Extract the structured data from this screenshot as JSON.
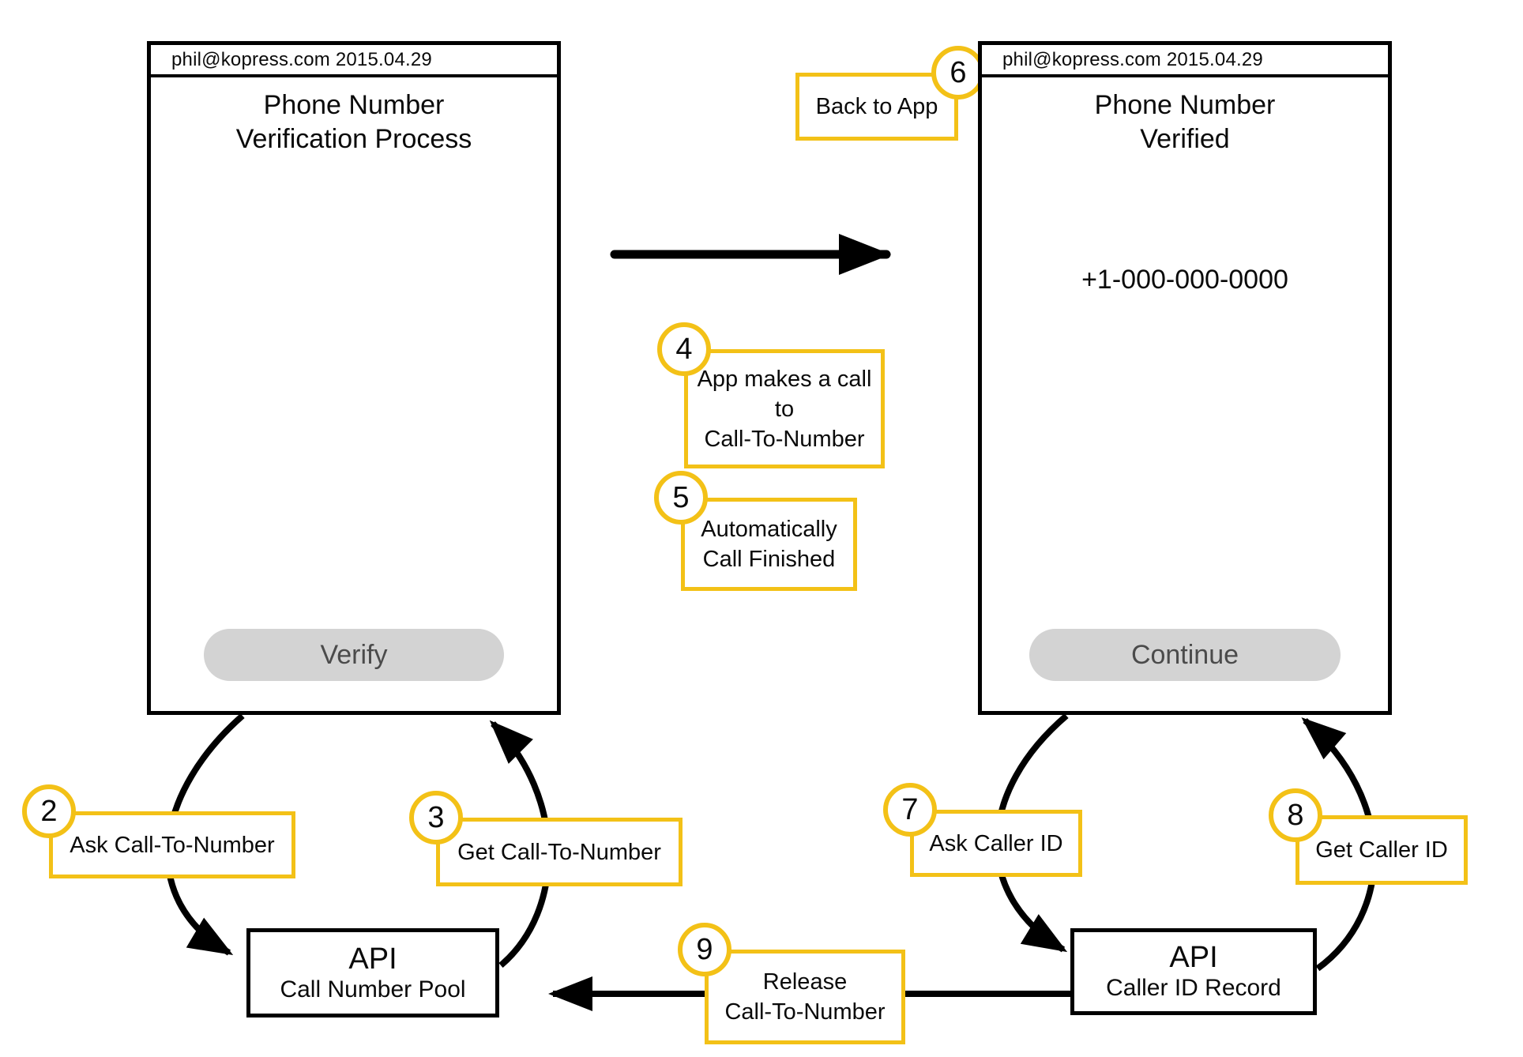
{
  "phones": {
    "left": {
      "header": "phil@kopress.com 2015.04.29",
      "title_lines": [
        "Phone Number",
        "Verification Process"
      ],
      "button": "Verify"
    },
    "right": {
      "header": "phil@kopress.com 2015.04.29",
      "title_lines": [
        "Phone Number",
        "Verified"
      ],
      "phone_number": "+1-000-000-0000",
      "button": "Continue"
    }
  },
  "annotations": [
    {
      "num": "2",
      "lines": [
        "Ask Call-To-Number"
      ]
    },
    {
      "num": "3",
      "lines": [
        "Get Call-To-Number"
      ]
    },
    {
      "num": "4",
      "lines": [
        "App makes a call",
        "to",
        "Call-To-Number"
      ]
    },
    {
      "num": "5",
      "lines": [
        "Automatically",
        "Call Finished"
      ]
    },
    {
      "num": "6",
      "lines": [
        "Back to App"
      ]
    },
    {
      "num": "7",
      "lines": [
        "Ask Caller ID"
      ]
    },
    {
      "num": "8",
      "lines": [
        "Get Caller ID"
      ]
    },
    {
      "num": "9",
      "lines": [
        "Release",
        "Call-To-Number"
      ]
    }
  ],
  "api_boxes": {
    "left": {
      "title": "API",
      "subtitle": "Call Number Pool"
    },
    "right": {
      "title": "API",
      "subtitle": "Caller ID Record"
    }
  },
  "colors": {
    "accent_yellow": "#F3C117",
    "button_gray": "#D3D3D3",
    "button_text": "#4B4B4B",
    "line_black": "#000000"
  }
}
